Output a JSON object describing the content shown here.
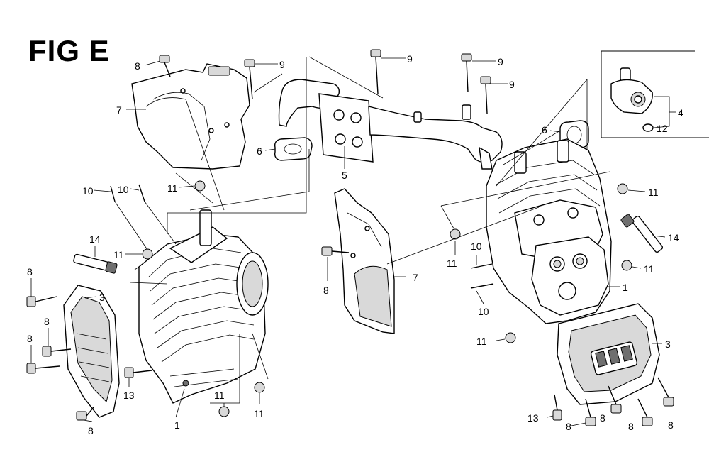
{
  "figure": {
    "title": "FIG E"
  },
  "callouts": [
    {
      "id": "c8-top",
      "text": "8"
    },
    {
      "id": "c9-a",
      "text": "9"
    },
    {
      "id": "c9-b",
      "text": "9"
    },
    {
      "id": "c9-c",
      "text": "9"
    },
    {
      "id": "c9-d",
      "text": "9"
    },
    {
      "id": "c7-left",
      "text": "7"
    },
    {
      "id": "c6-left",
      "text": "6"
    },
    {
      "id": "c5",
      "text": "5"
    },
    {
      "id": "c6-right",
      "text": "6"
    },
    {
      "id": "c4",
      "text": "4"
    },
    {
      "id": "c12",
      "text": "12"
    },
    {
      "id": "c10-a",
      "text": "10"
    },
    {
      "id": "c10-b",
      "text": "10"
    },
    {
      "id": "c11-a",
      "text": "11"
    },
    {
      "id": "c11-b",
      "text": "11"
    },
    {
      "id": "c14-left",
      "text": "14"
    },
    {
      "id": "c8-l1",
      "text": "8"
    },
    {
      "id": "c3-left",
      "text": "3"
    },
    {
      "id": "c8-l2",
      "text": "8"
    },
    {
      "id": "c8-l3",
      "text": "8"
    },
    {
      "id": "c8-l4",
      "text": "8"
    },
    {
      "id": "c13-left",
      "text": "13"
    },
    {
      "id": "c1-left",
      "text": "1"
    },
    {
      "id": "c11-c",
      "text": "11"
    },
    {
      "id": "c11-d",
      "text": "11"
    },
    {
      "id": "c8-mid",
      "text": "8"
    },
    {
      "id": "c7-right",
      "text": "7"
    },
    {
      "id": "c11-e",
      "text": "11"
    },
    {
      "id": "c10-c",
      "text": "10"
    },
    {
      "id": "c10-d",
      "text": "10"
    },
    {
      "id": "c11-f",
      "text": "11"
    },
    {
      "id": "c14-right",
      "text": "14"
    },
    {
      "id": "c11-g",
      "text": "11"
    },
    {
      "id": "c1-right",
      "text": "1"
    },
    {
      "id": "c11-h",
      "text": "11"
    },
    {
      "id": "c3-right",
      "text": "3"
    },
    {
      "id": "c13-right",
      "text": "13"
    },
    {
      "id": "c8-r1",
      "text": "8"
    },
    {
      "id": "c8-r2",
      "text": "8"
    },
    {
      "id": "c8-r3",
      "text": "8"
    },
    {
      "id": "c8-r4",
      "text": "8"
    }
  ]
}
